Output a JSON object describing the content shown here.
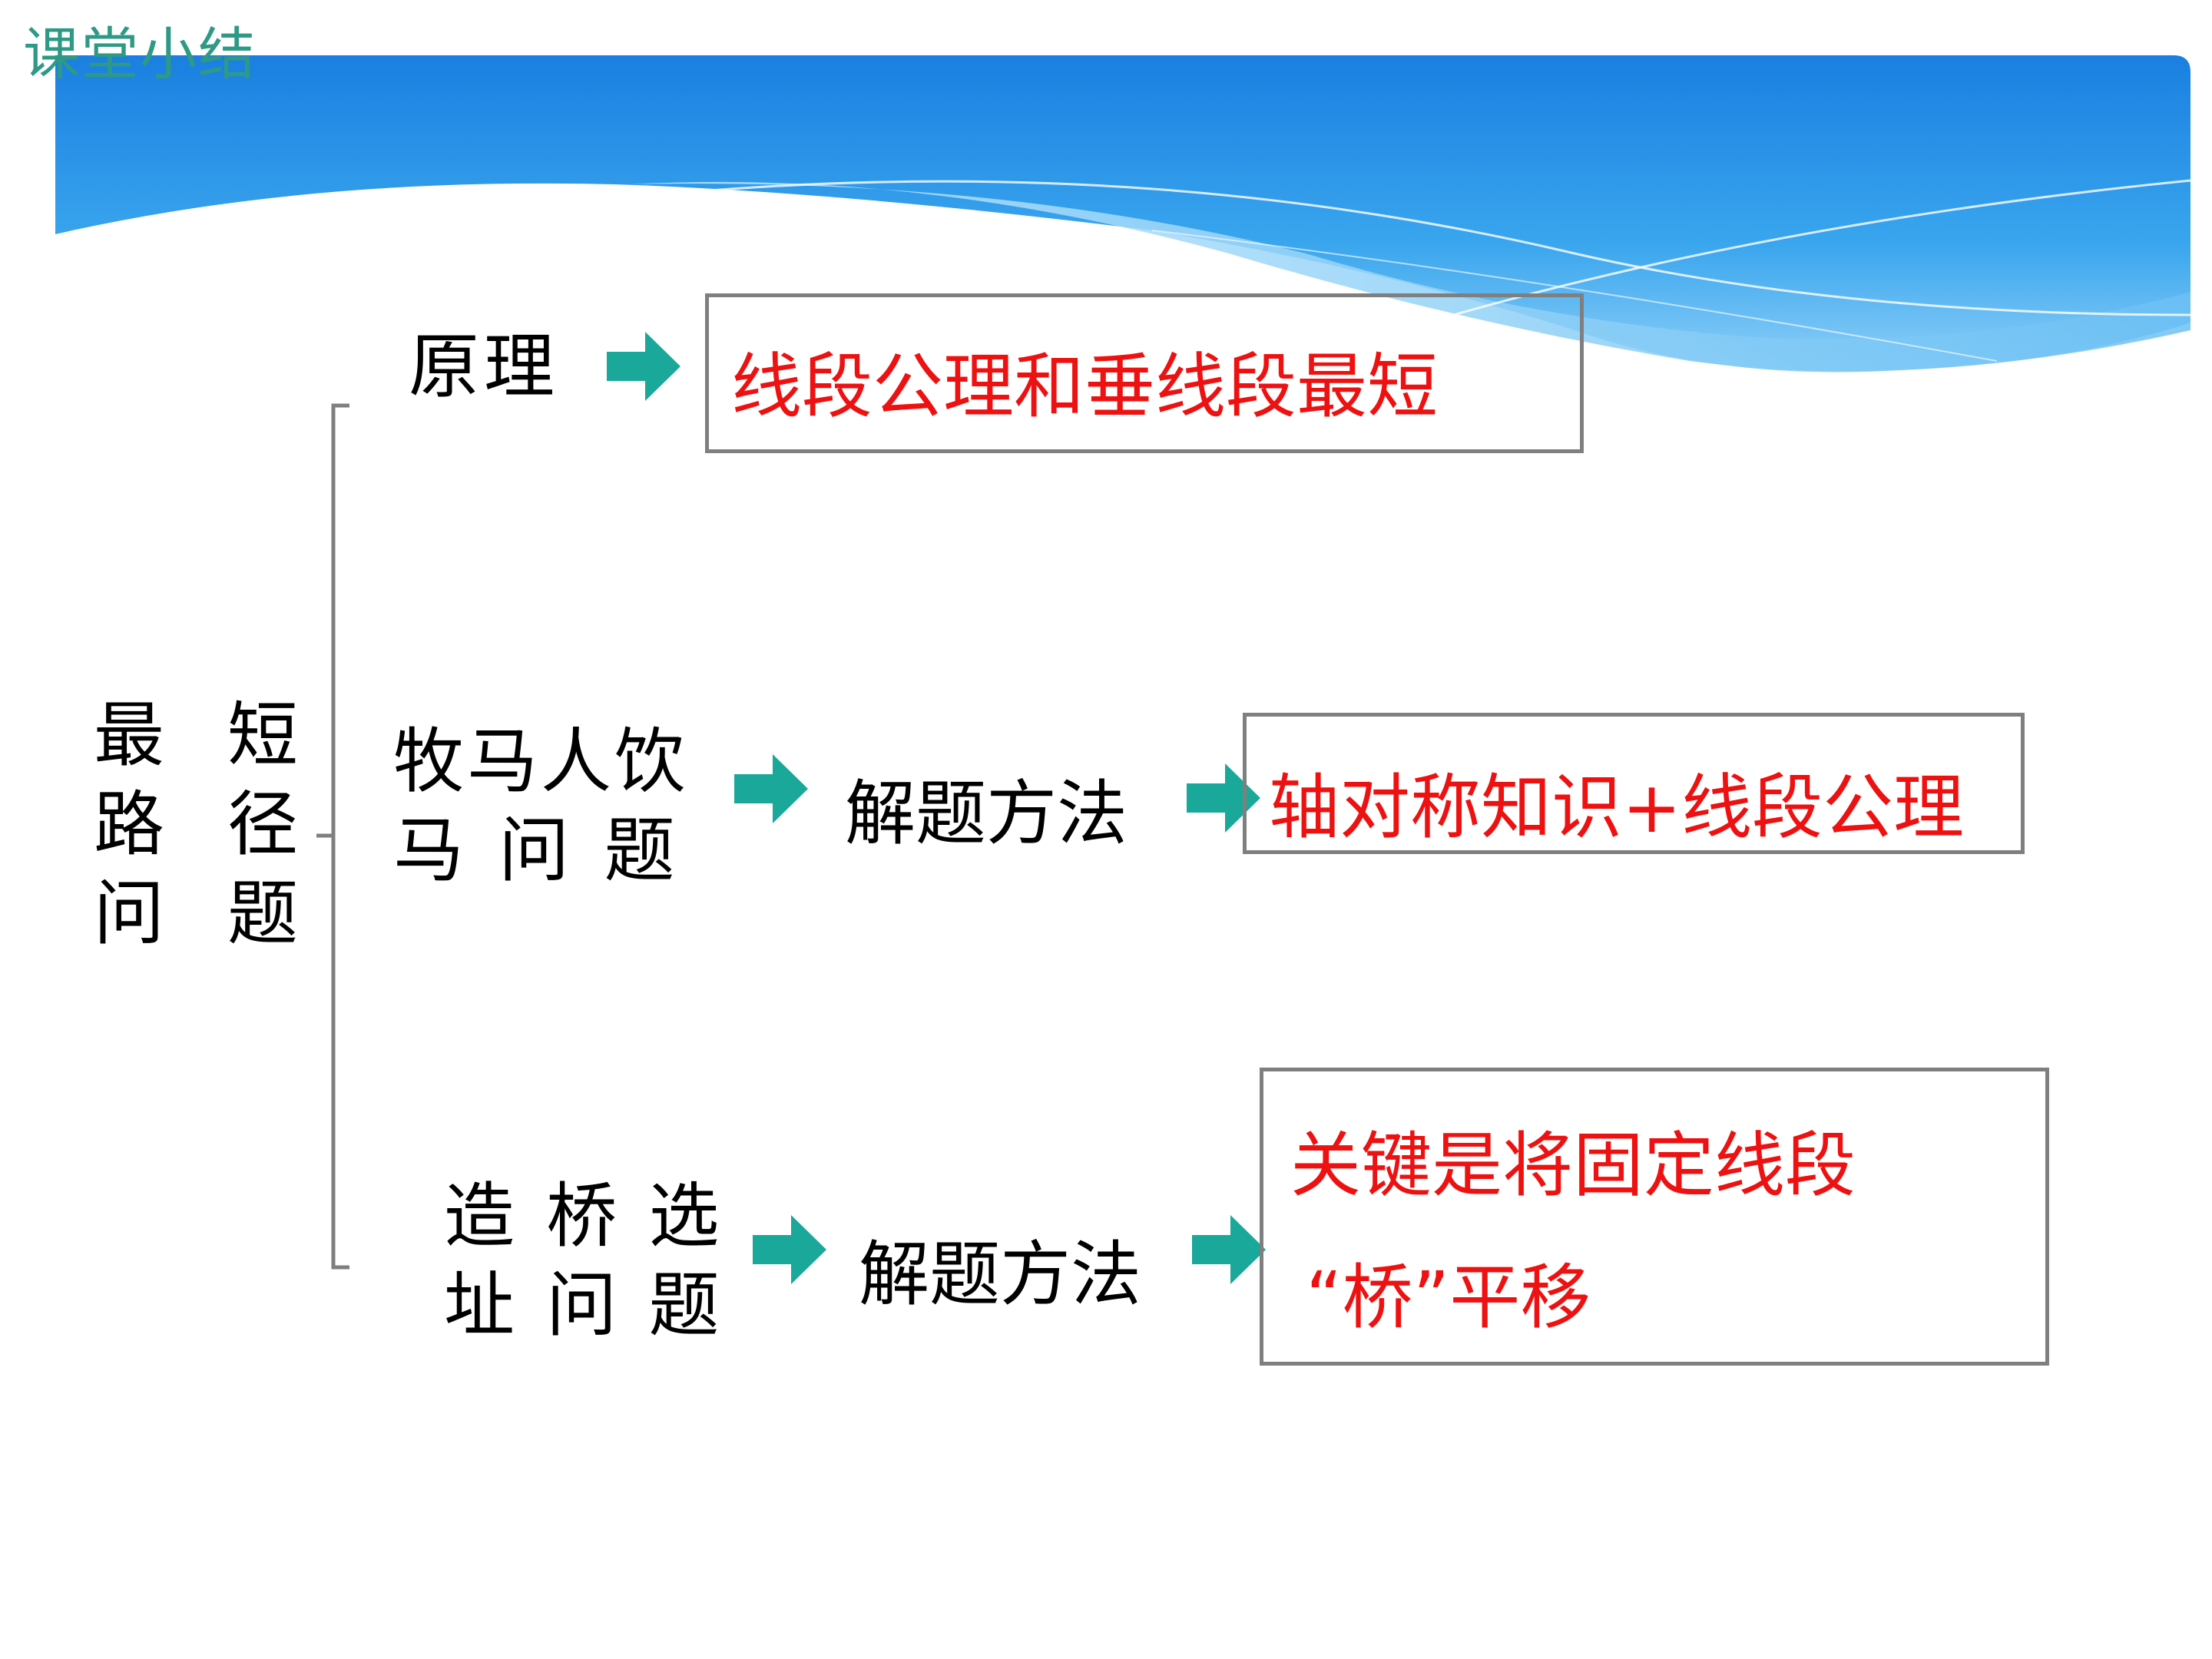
{
  "slide": {
    "title": "课堂小结"
  },
  "root": {
    "col1": [
      "最",
      "路",
      "问"
    ],
    "col2": [
      "短",
      "径",
      "题"
    ]
  },
  "branch_principle": {
    "label": "原理",
    "result": "线段公理和垂线段最短"
  },
  "branch_horse": {
    "label_line1": "牧马人饮",
    "label_line2": "马 问 题",
    "method": "解题方法",
    "result": "轴对称知识+线段公理"
  },
  "branch_bridge": {
    "label_line1": "造 桥 选",
    "label_line2": "址 问 题",
    "method": "解题方法",
    "result_line1": "关键是将固定线段",
    "result_line2": "“桥”平移"
  },
  "colors": {
    "arrow": "#1aa89a",
    "answer_text": "#ee1111",
    "box_border": "#7f7f7f",
    "banner_blue": "#1e8fe0"
  }
}
